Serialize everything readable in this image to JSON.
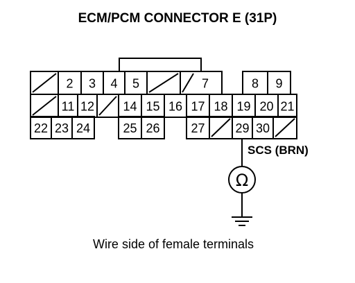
{
  "title": "ECM/PCM CONNECTOR E (31P)",
  "caption": "Wire side of female terminals",
  "wire_label": "SCS (BRN)",
  "meter_symbol": "Ω",
  "meter_icon": "ohmmeter-icon",
  "ground_icon": "ground-icon",
  "line_color": "#000000",
  "connector": {
    "rows": [
      [
        {
          "label": ""
        },
        {
          "label": "2"
        },
        {
          "label": "3"
        },
        {
          "label": "4"
        },
        {
          "label": "5"
        },
        {
          "label": ""
        },
        {
          "label": "7"
        },
        {
          "label": "8"
        },
        {
          "label": "9"
        }
      ],
      [
        {
          "label": ""
        },
        {
          "label": "11"
        },
        {
          "label": "12"
        },
        {
          "label": ""
        },
        {
          "label": "14"
        },
        {
          "label": "15"
        },
        {
          "label": "16"
        },
        {
          "label": "17"
        },
        {
          "label": "18"
        },
        {
          "label": "19"
        },
        {
          "label": "20"
        },
        {
          "label": "21"
        }
      ],
      [
        {
          "label": "22"
        },
        {
          "label": "23"
        },
        {
          "label": "24"
        },
        {
          "label": "25"
        },
        {
          "label": "26"
        },
        {
          "label": "27"
        },
        {
          "label": ""
        },
        {
          "label": "29"
        },
        {
          "label": "30"
        },
        {
          "label": ""
        }
      ]
    ]
  }
}
